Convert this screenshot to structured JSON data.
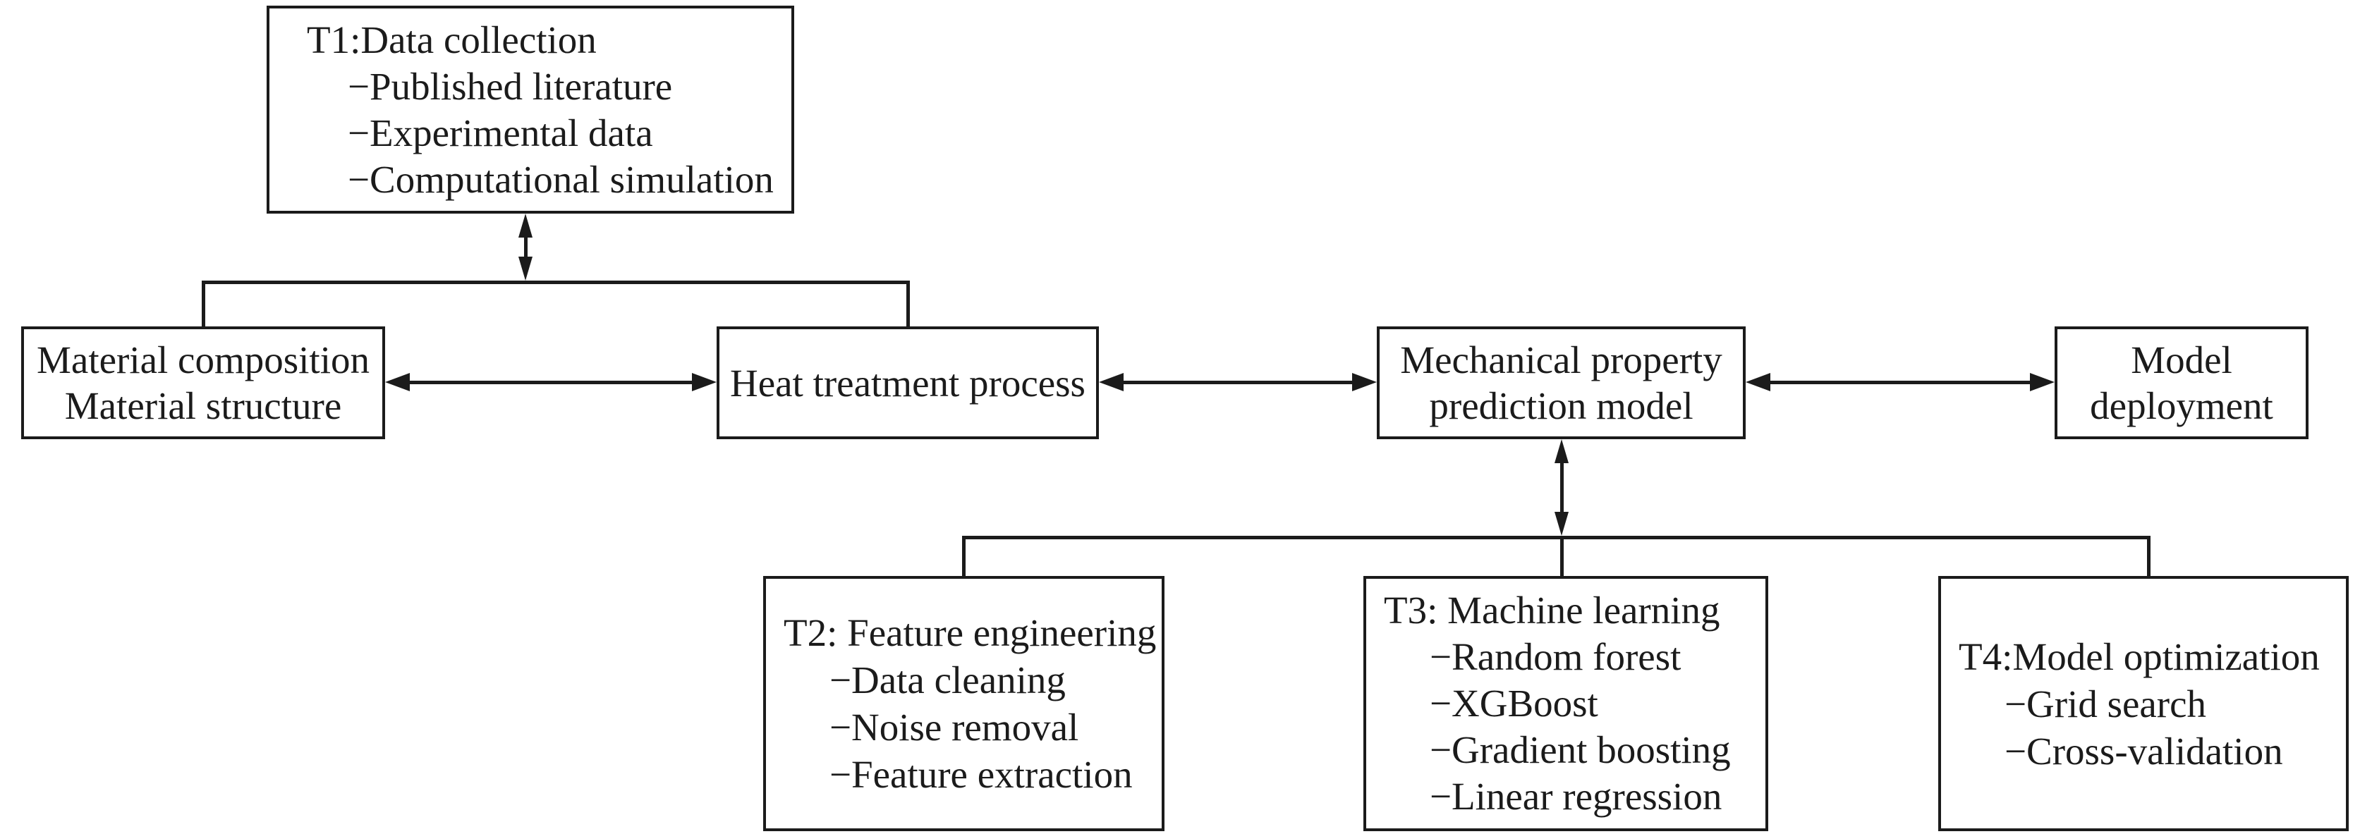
{
  "figure": {
    "background": "#ffffff",
    "ink": "#1b1b1b"
  },
  "boxes": {
    "t1": {
      "title": "T1:Data collection",
      "items": [
        "−Published literature",
        "−Experimental data",
        "−Computational simulation"
      ]
    },
    "material": {
      "lines": [
        "Material composition",
        "Material structure"
      ]
    },
    "heat": {
      "lines": [
        "Heat treatment process"
      ]
    },
    "mech": {
      "lines": [
        "Mechanical property",
        "prediction model"
      ]
    },
    "deploy": {
      "lines": [
        "Model",
        "deployment"
      ]
    },
    "t2": {
      "title": "T2: Feature engineering",
      "items": [
        "−Data cleaning",
        "−Noise removal",
        "−Feature extraction"
      ]
    },
    "t3": {
      "title": "T3: Machine learning",
      "items": [
        "−Random forest",
        "−XGBoost",
        "−Gradient boosting",
        "−Linear regression"
      ]
    },
    "t4": {
      "title": "T4:Model optimization",
      "items": [
        "−Grid search",
        "−Cross-validation"
      ]
    }
  }
}
